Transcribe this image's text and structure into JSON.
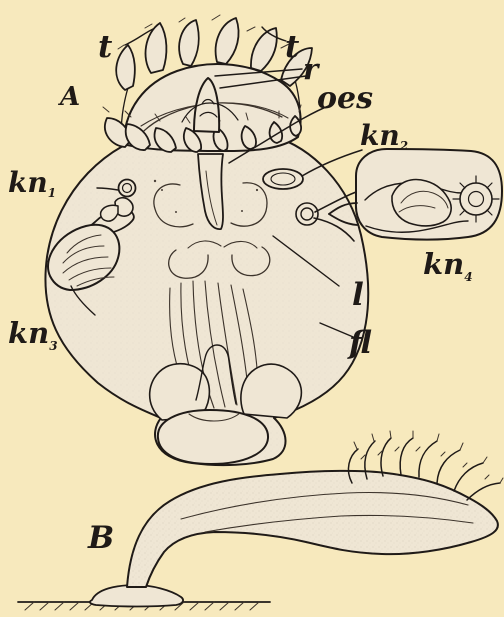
{
  "figure": {
    "panel_a": {
      "panel_label": "A",
      "labels": {
        "t_left": "t",
        "t_right": "t",
        "r": "r",
        "oes": "oes",
        "kn1": "kn",
        "kn1_sub": "1",
        "kn2": "kn",
        "kn2_sub": "2",
        "kn3": "kn",
        "kn3_sub": "3",
        "kn4": "kn",
        "kn4_sub": "4",
        "l": "l",
        "fl": "fl"
      }
    },
    "panel_b": {
      "panel_label": "B"
    }
  },
  "colors": {
    "paper": "#f7e9bd",
    "ink": "#1f1a17",
    "body": "#efe6d4"
  }
}
